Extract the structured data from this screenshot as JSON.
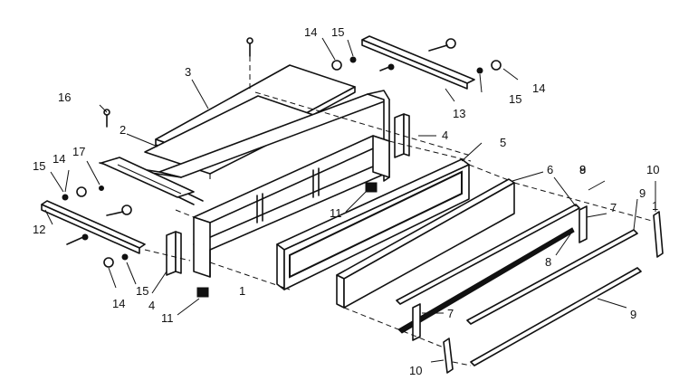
{
  "callouts": [
    {
      "id": "c1a",
      "text": "1"
    },
    {
      "id": "c1b",
      "text": "1"
    },
    {
      "id": "c2",
      "text": "2"
    },
    {
      "id": "c3",
      "text": "3"
    },
    {
      "id": "c4a",
      "text": "4"
    },
    {
      "id": "c4b",
      "text": "4"
    },
    {
      "id": "c5",
      "text": "5"
    },
    {
      "id": "c6",
      "text": "6"
    },
    {
      "id": "c7a",
      "text": "7"
    },
    {
      "id": "c7b",
      "text": "7"
    },
    {
      "id": "c8a",
      "text": "8"
    },
    {
      "id": "c8b",
      "text": "8"
    },
    {
      "id": "c9a",
      "text": "9"
    },
    {
      "id": "c9b",
      "text": "9"
    },
    {
      "id": "c9c",
      "text": "9"
    },
    {
      "id": "c10a",
      "text": "10"
    },
    {
      "id": "c10b",
      "text": "10"
    },
    {
      "id": "c11a",
      "text": "11"
    },
    {
      "id": "c11b",
      "text": "11"
    },
    {
      "id": "c12",
      "text": "12"
    },
    {
      "id": "c13",
      "text": "13"
    },
    {
      "id": "c14a",
      "text": "14"
    },
    {
      "id": "c14b",
      "text": "14"
    },
    {
      "id": "c14c",
      "text": "14"
    },
    {
      "id": "c14d",
      "text": "14"
    },
    {
      "id": "c15a",
      "text": "15"
    },
    {
      "id": "c15b",
      "text": "15"
    },
    {
      "id": "c15c",
      "text": "15"
    },
    {
      "id": "c15d",
      "text": "15"
    },
    {
      "id": "c16",
      "text": "16"
    },
    {
      "id": "c17",
      "text": "17"
    }
  ]
}
